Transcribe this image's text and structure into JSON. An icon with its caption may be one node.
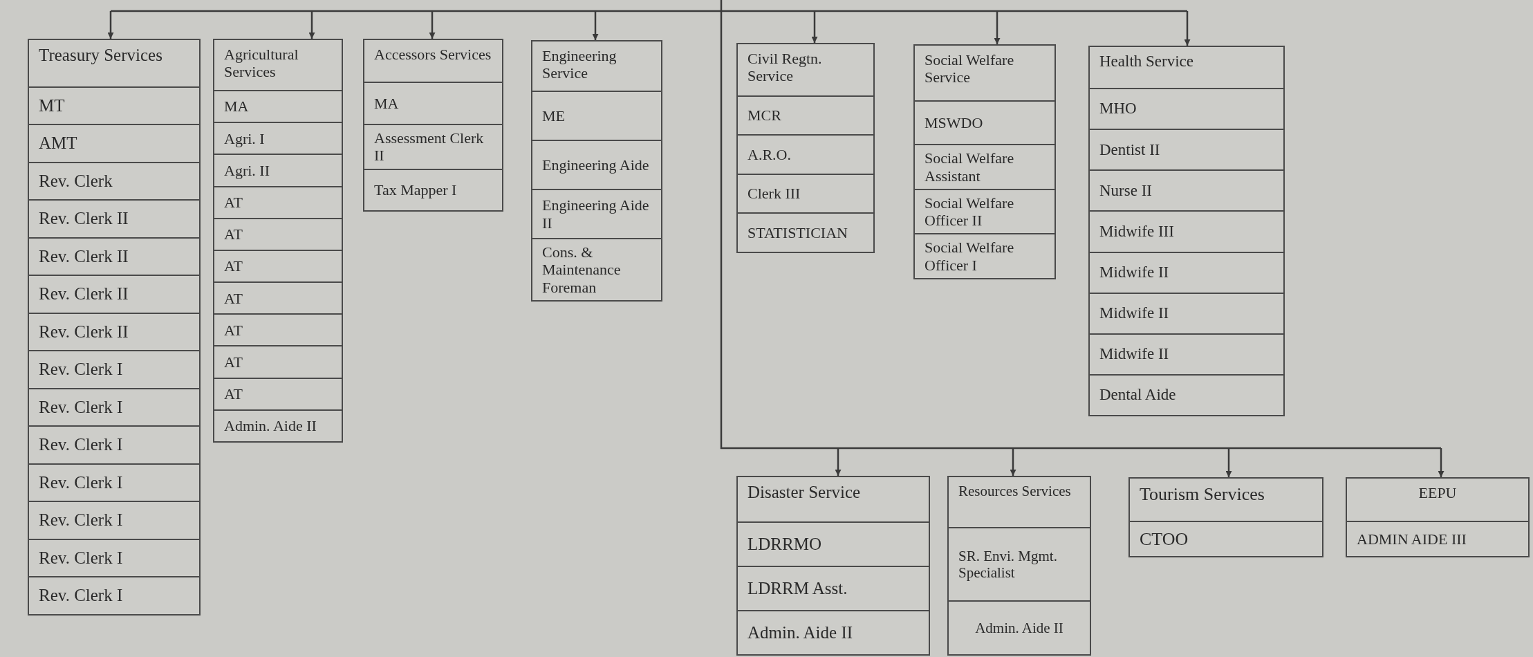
{
  "diagram": {
    "nodes": [
      {
        "text": [
          "Treasury Services",
          "MT",
          "AMT",
          "Rev. Clerk",
          "Rev. Clerk II",
          "Rev. Clerk II",
          "Rev. Clerk II",
          "Rev. Clerk II",
          "Rev. Clerk I",
          "Rev. Clerk I",
          "Rev. Clerk I",
          "Rev. Clerk I",
          "Rev. Clerk I",
          "Rev. Clerk I",
          "Rev. Clerk I"
        ]
      },
      {
        "text": [
          "Agricultural Services",
          "MA",
          "Agri. I",
          "Agri. II",
          "AT",
          "AT",
          "AT",
          "AT",
          "AT",
          "AT",
          "AT",
          "Admin. Aide II"
        ]
      },
      {
        "text": [
          "Accessors Services",
          "MA",
          "Assessment Clerk II",
          "Tax Mapper I"
        ]
      },
      {
        "text": [
          "Engineering Service",
          "ME",
          "Engineering Aide",
          "Engineering Aide II",
          "Cons. & Maintenance Foreman"
        ]
      },
      {
        "text": [
          "Civil Regtn. Service",
          "MCR",
          "A.R.O.",
          "Clerk III",
          "STATISTICIAN"
        ]
      },
      {
        "text": [
          "Social Welfare Service",
          "MSWDO",
          "Social Welfare Assistant",
          "Social Welfare Officer II",
          "Social Welfare Officer I"
        ]
      },
      {
        "text": [
          "Health Service",
          "MHO",
          "Dentist II",
          "Nurse II",
          "Midwife III",
          "Midwife II",
          "Midwife II",
          "Midwife II",
          "Dental Aide"
        ]
      },
      {
        "text": [
          "Disaster Service",
          "LDRRMO",
          "LDRRM Asst.",
          "Admin. Aide II"
        ]
      },
      {
        "text": [
          "Resources Services",
          "SR. Envi. Mgmt. Specialist",
          "Admin. Aide II"
        ]
      },
      {
        "text": [
          "Tourism Services",
          "CTOO"
        ]
      },
      {
        "text": [
          "EEPU",
          "ADMIN AIDE III"
        ]
      }
    ],
    "edges": [
      {
        "from": null,
        "to": 0,
        "arrow": "to"
      },
      {
        "from": null,
        "to": 1,
        "arrow": "to"
      },
      {
        "from": null,
        "to": 2,
        "arrow": "to"
      },
      {
        "from": null,
        "to": 3,
        "arrow": "to"
      },
      {
        "from": null,
        "to": 4,
        "arrow": "to"
      },
      {
        "from": null,
        "to": 5,
        "arrow": "to"
      },
      {
        "from": null,
        "to": 6,
        "arrow": "to"
      },
      {
        "from": null,
        "to": 7,
        "arrow": "to"
      },
      {
        "from": null,
        "to": 8,
        "arrow": "to"
      },
      {
        "from": null,
        "to": 9,
        "arrow": "to"
      },
      {
        "from": null,
        "to": 10,
        "arrow": "to"
      }
    ]
  }
}
